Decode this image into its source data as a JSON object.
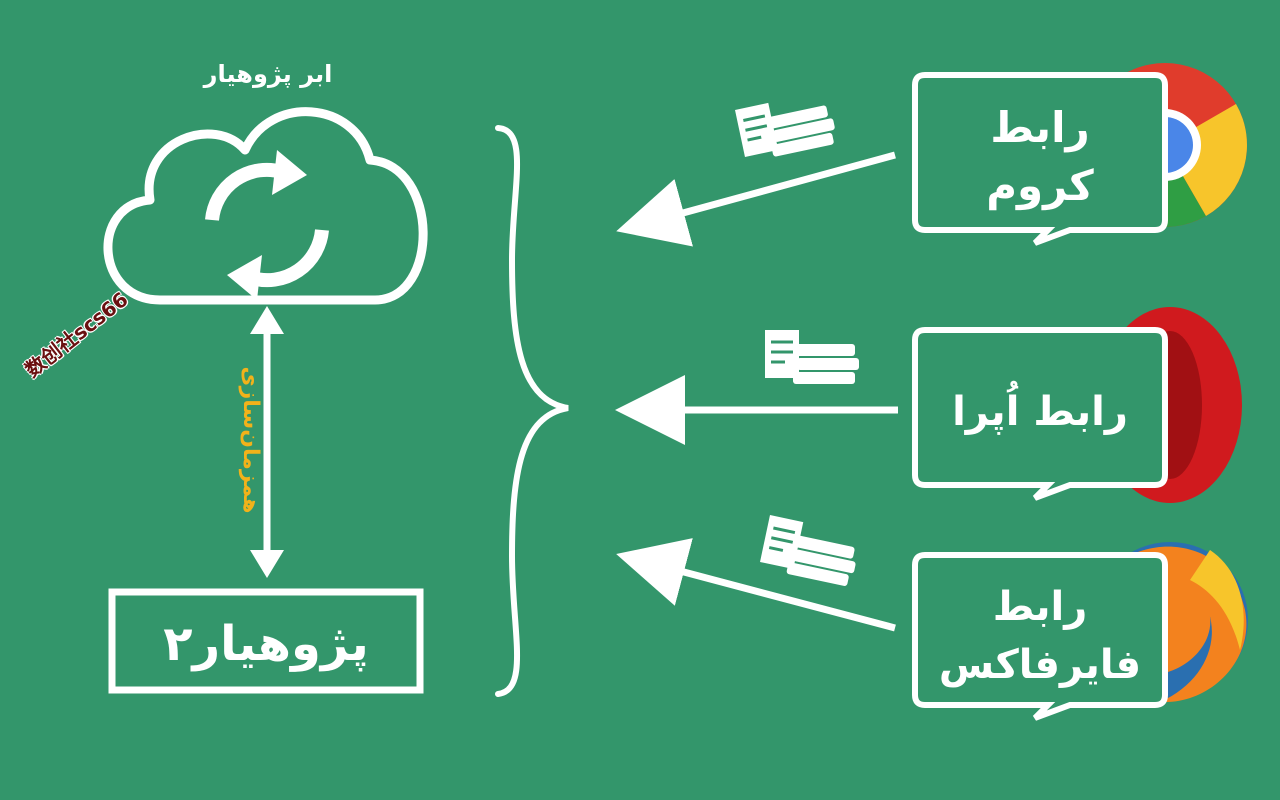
{
  "cloud": {
    "title": "ابر پژوهیار"
  },
  "sync": {
    "label": "همزمان‌سازی"
  },
  "app": {
    "label": "پژوهیار۲"
  },
  "connectors": [
    {
      "line1": "رابط",
      "line2": "کروم",
      "browser": "chrome-logo-icon"
    },
    {
      "line1": "رابط اُپرا",
      "line2": "",
      "browser": "opera-logo-icon"
    },
    {
      "line1": "رابط",
      "line2": "فایرفاکس",
      "browser": "firefox-logo-icon"
    }
  ],
  "watermark": "数创社scs66",
  "colors": {
    "background": "#33966b",
    "foreground": "#ffffff",
    "sync_label": "#f2b21a"
  }
}
